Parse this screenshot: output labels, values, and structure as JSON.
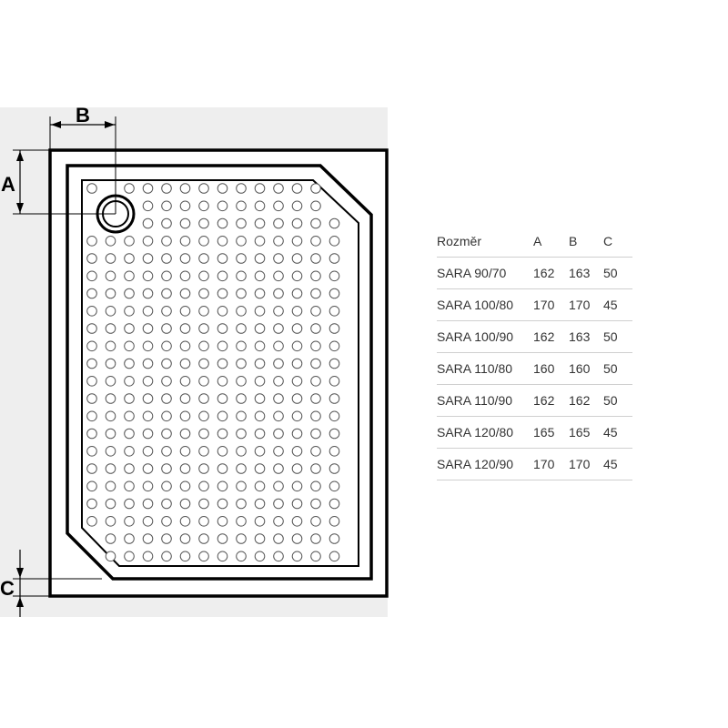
{
  "diagram": {
    "dimension_labels": {
      "a": "A",
      "b": "B",
      "c": "C"
    }
  },
  "table": {
    "headers": [
      "Rozměr",
      "A",
      "B",
      "C"
    ],
    "rows": [
      [
        "SARA 90/70",
        "162",
        "163",
        "50"
      ],
      [
        "SARA 100/80",
        "170",
        "170",
        "45"
      ],
      [
        "SARA 100/90",
        "162",
        "163",
        "50"
      ],
      [
        "SARA 110/80",
        "160",
        "160",
        "50"
      ],
      [
        "SARA 110/90",
        "162",
        "162",
        "50"
      ],
      [
        "SARA 120/80",
        "165",
        "165",
        "45"
      ],
      [
        "SARA 120/90",
        "170",
        "170",
        "45"
      ]
    ]
  },
  "colors": {
    "panel_background": "#eeeeee",
    "line": "#000000",
    "table_text": "#333333",
    "table_rule": "#cfcfcf"
  }
}
